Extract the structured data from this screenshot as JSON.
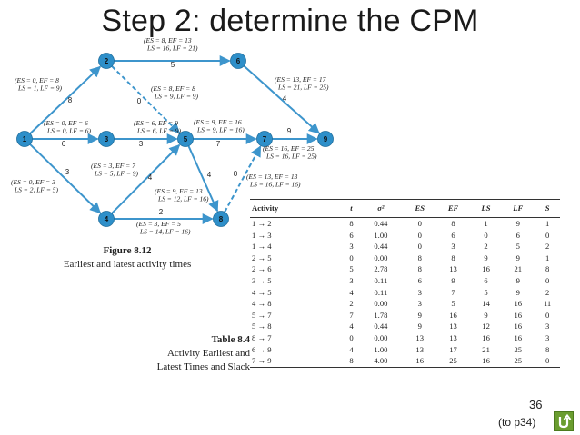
{
  "title": "Step 2: determine the CPM",
  "network": {
    "nodes": [
      {
        "id": "1",
        "label": "1"
      },
      {
        "id": "2",
        "label": "2"
      },
      {
        "id": "3",
        "label": "3"
      },
      {
        "id": "4",
        "label": "4"
      },
      {
        "id": "5",
        "label": "5"
      },
      {
        "id": "6",
        "label": "6"
      },
      {
        "id": "7",
        "label": "7"
      },
      {
        "id": "8",
        "label": "8"
      },
      {
        "id": "9",
        "label": "9"
      }
    ],
    "edges": [
      {
        "from": "1",
        "to": "2",
        "duration": "8",
        "style": "solid",
        "es_ef": "(ES = 0, EF = 8",
        "ls_lf": "LS = 1, LF = 9)"
      },
      {
        "from": "1",
        "to": "3",
        "duration": "6",
        "style": "solid",
        "es_ef": "(ES = 0, EF = 6",
        "ls_lf": "LS = 0, LF = 6)"
      },
      {
        "from": "1",
        "to": "4",
        "duration": "3",
        "style": "solid",
        "es_ef": "(ES = 0, EF = 3",
        "ls_lf": "LS = 2, LF = 5)"
      },
      {
        "from": "2",
        "to": "5",
        "duration": "0",
        "style": "dashed",
        "es_ef": "(ES = 8, EF = 8",
        "ls_lf": "LS = 9, LF = 9)"
      },
      {
        "from": "2",
        "to": "6",
        "duration": "5",
        "style": "solid",
        "es_ef": "(ES = 8, EF = 13",
        "ls_lf": "LS = 16, LF = 21)"
      },
      {
        "from": "3",
        "to": "5",
        "duration": "3",
        "style": "solid",
        "es_ef": "(ES = 6, EF = 9",
        "ls_lf": "LS = 6, LF = 9)"
      },
      {
        "from": "4",
        "to": "5",
        "duration": "4",
        "style": "solid",
        "es_ef": "(ES = 3, EF = 7",
        "ls_lf": "LS = 5, LF = 9)"
      },
      {
        "from": "4",
        "to": "8",
        "duration": "2",
        "style": "solid",
        "es_ef": "(ES = 3, EF = 5",
        "ls_lf": "LS = 14, LF = 16)"
      },
      {
        "from": "5",
        "to": "7",
        "duration": "7",
        "style": "solid",
        "es_ef": "(ES = 9, EF = 16",
        "ls_lf": "LS = 9, LF = 16)"
      },
      {
        "from": "5",
        "to": "8",
        "duration": "4",
        "style": "solid",
        "es_ef": "(ES = 9, EF = 13",
        "ls_lf": "LS = 12, LF = 16)"
      },
      {
        "from": "8",
        "to": "7",
        "duration": "0",
        "style": "dashed",
        "es_ef": "(ES = 13, EF = 13",
        "ls_lf": "LS = 16, LF = 16)"
      },
      {
        "from": "6",
        "to": "9",
        "duration": "4",
        "style": "solid",
        "es_ef": "(ES = 13, EF = 17",
        "ls_lf": "LS = 21, LF = 25)"
      },
      {
        "from": "7",
        "to": "9",
        "duration": "9",
        "style": "solid",
        "es_ef": "(ES = 16, EF = 25",
        "ls_lf": "LS = 16, LF = 25)"
      }
    ]
  },
  "figure_caption": {
    "title": "Figure 8.12",
    "text": "Earliest and latest activity times"
  },
  "table_caption": {
    "title": "Table 8.4",
    "line1": "Activity Earliest and",
    "line2": "Latest Times and Slack"
  },
  "table": {
    "headers": [
      "Activity",
      "t",
      "σ²",
      "ES",
      "EF",
      "LS",
      "LF",
      "S"
    ],
    "rows": [
      [
        "1 → 2",
        "8",
        "0.44",
        "0",
        "8",
        "1",
        "9",
        "1"
      ],
      [
        "1 → 3",
        "6",
        "1.00",
        "0",
        "6",
        "0",
        "6",
        "0"
      ],
      [
        "1 → 4",
        "3",
        "0.44",
        "0",
        "3",
        "2",
        "5",
        "2"
      ],
      [
        "2 → 5",
        "0",
        "0.00",
        "8",
        "8",
        "9",
        "9",
        "1"
      ],
      [
        "2 → 6",
        "5",
        "2.78",
        "8",
        "13",
        "16",
        "21",
        "8"
      ],
      [
        "3 → 5",
        "3",
        "0.11",
        "6",
        "9",
        "6",
        "9",
        "0"
      ],
      [
        "4 → 5",
        "4",
        "0.11",
        "3",
        "7",
        "5",
        "9",
        "2"
      ],
      [
        "4 → 8",
        "2",
        "0.00",
        "3",
        "5",
        "14",
        "16",
        "11"
      ],
      [
        "5 → 7",
        "7",
        "1.78",
        "9",
        "16",
        "9",
        "16",
        "0"
      ],
      [
        "5 → 8",
        "4",
        "0.44",
        "9",
        "13",
        "12",
        "16",
        "3"
      ],
      [
        "8 → 7",
        "0",
        "0.00",
        "13",
        "13",
        "16",
        "16",
        "3"
      ],
      [
        "6 → 9",
        "4",
        "1.00",
        "13",
        "17",
        "21",
        "25",
        "8"
      ],
      [
        "7 → 9",
        "8",
        "4.00",
        "16",
        "25",
        "16",
        "25",
        "0"
      ]
    ]
  },
  "footer": {
    "page_number": "36",
    "back_link": "(to p34)",
    "return_icon": "return-arrow-icon"
  },
  "colors": {
    "node_fill": "#2e8fc9",
    "edge": "#3d95cc",
    "return_button": "#6a9d2f"
  }
}
